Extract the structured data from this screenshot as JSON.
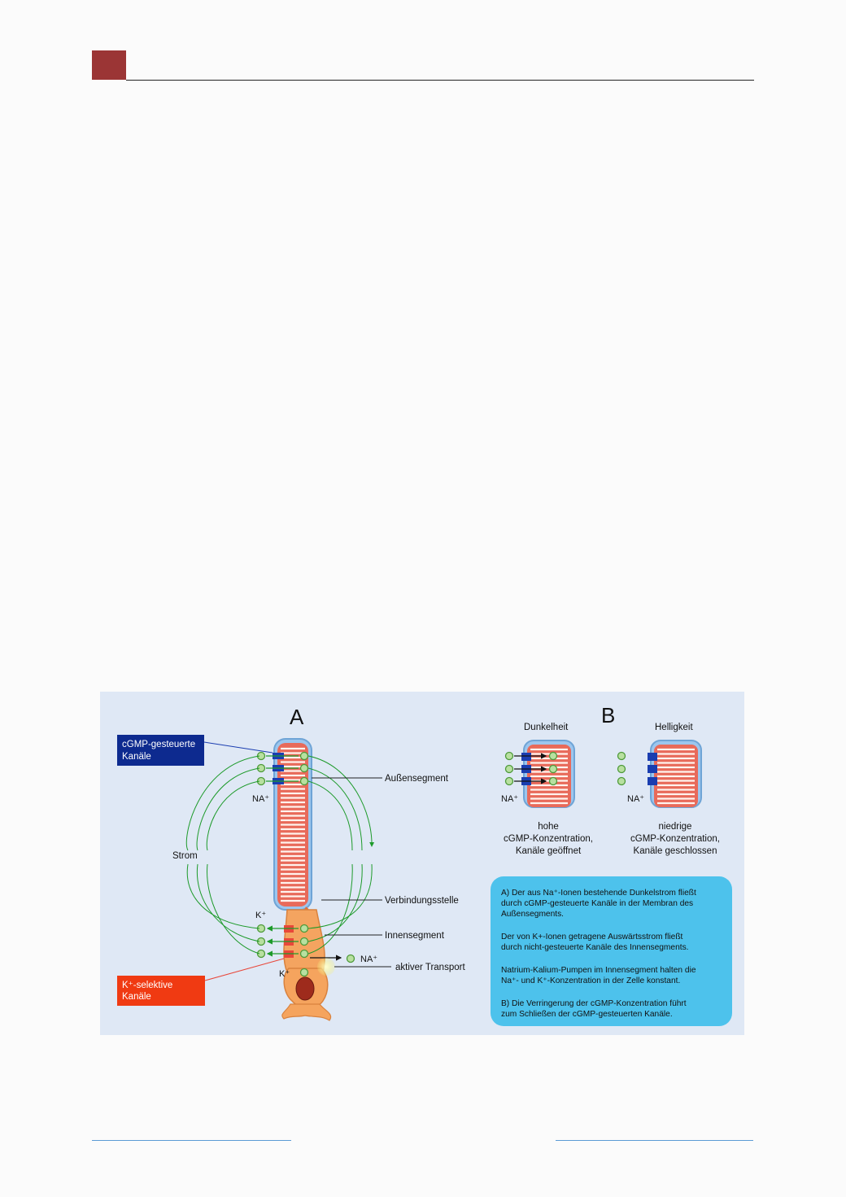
{
  "colors": {
    "accent": "#9b3535",
    "figure_bg": "#dfe8f5",
    "footer_rule": "#5b9bd5",
    "cgmp_box": "#0d2a8f",
    "k_box": "#f03a12",
    "info_box": "#4dc2ec",
    "current_arrow": "#1d9a2a"
  },
  "figure": {
    "label_a": "A",
    "label_b": "B",
    "cgmp_channels": [
      "cGMP-gesteuerte",
      "Kanäle"
    ],
    "k_channels": [
      "K⁺-selektive",
      "Kanäle"
    ],
    "strom": "Strom",
    "na_plus": "NA⁺",
    "k_plus": "K⁺",
    "aussensegment": "Außensegment",
    "verbindungsstelle": "Verbindungsstelle",
    "innensegment": "Innensegment",
    "aktiver_transport": "aktiver Transport",
    "dunkelheit": "Dunkelheit",
    "helligkeit": "Helligkeit",
    "dark_caption": [
      "hohe",
      "cGMP-Konzentration,",
      "Kanäle geöffnet"
    ],
    "light_caption": [
      "niedrige",
      "cGMP-Konzentration,",
      "Kanäle geschlossen"
    ],
    "info_lines": [
      "A) Der aus Na⁺-Ionen bestehende Dunkelstrom fließt",
      "durch cGMP-gesteuerte Kanäle in der Membran des",
      "Außensegments.",
      "Der von K+-Ionen getragene Auswärtsstrom fließt",
      "durch nicht-gesteuerte Kanäle des Innensegments.",
      "Natrium-Kalium-Pumpen im Innensegment halten die",
      "Na⁺- und K⁺-Konzentration in der Zelle konstant.",
      "B) Die Verringerung der cGMP-Konzentration führt",
      "zum Schließen der cGMP-gesteuerten Kanäle."
    ]
  }
}
